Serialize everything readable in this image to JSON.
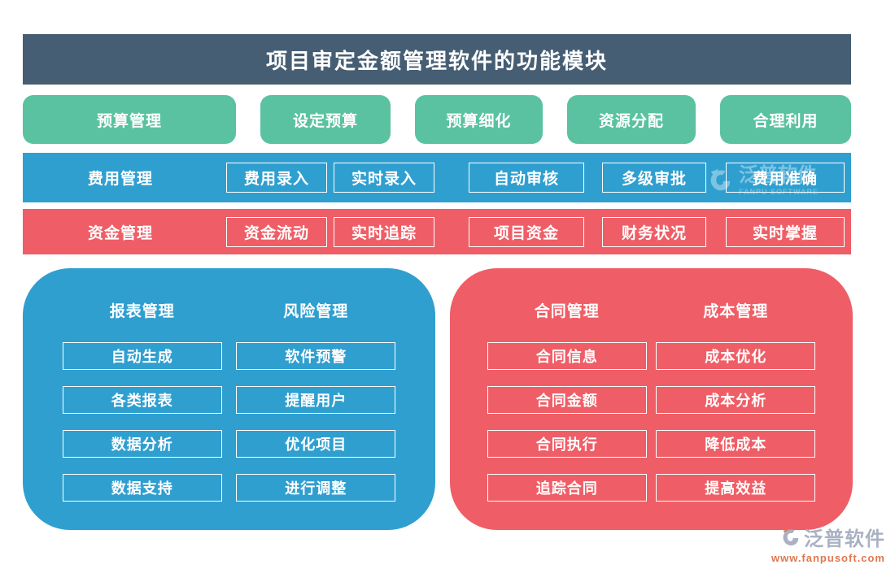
{
  "title": "项目审定金额管理软件的功能模块",
  "budget_row": {
    "items": [
      "预算管理",
      "设定预算",
      "预算细化",
      "资源分配",
      "合理利用"
    ]
  },
  "expense_row": {
    "label": "费用管理",
    "items": [
      "费用录入",
      "实时录入",
      "自动审核",
      "多级审批",
      "费用准确"
    ]
  },
  "fund_row": {
    "label": "资金管理",
    "items": [
      "资金流动",
      "实时追踪",
      "项目资金",
      "财务状况",
      "实时掌握"
    ]
  },
  "cards": {
    "report_risk": {
      "col1": {
        "heading": "报表管理",
        "items": [
          "自动生成",
          "各类报表",
          "数据分析",
          "数据支持"
        ]
      },
      "col2": {
        "heading": "风险管理",
        "items": [
          "软件预警",
          "提醒用户",
          "优化项目",
          "进行调整"
        ]
      }
    },
    "contract_cost": {
      "col1": {
        "heading": "合同管理",
        "items": [
          "合同信息",
          "合同金额",
          "合同执行",
          "追踪合同"
        ]
      },
      "col2": {
        "heading": "成本管理",
        "items": [
          "成本优化",
          "成本分析",
          "降低成本",
          "提高效益"
        ]
      }
    }
  },
  "watermark": {
    "name": "泛普软件",
    "sub": "FANPU SOFTWARE"
  },
  "footer": {
    "brand": "泛普软件",
    "url": "www.fanpusoft.com"
  },
  "colors": {
    "header": "#465e73",
    "green": "#5ac2a0",
    "blue": "#2f9fd0",
    "red": "#ef5e66",
    "footer_brand": "#a9b1c3",
    "footer_url": "#e0784e"
  }
}
